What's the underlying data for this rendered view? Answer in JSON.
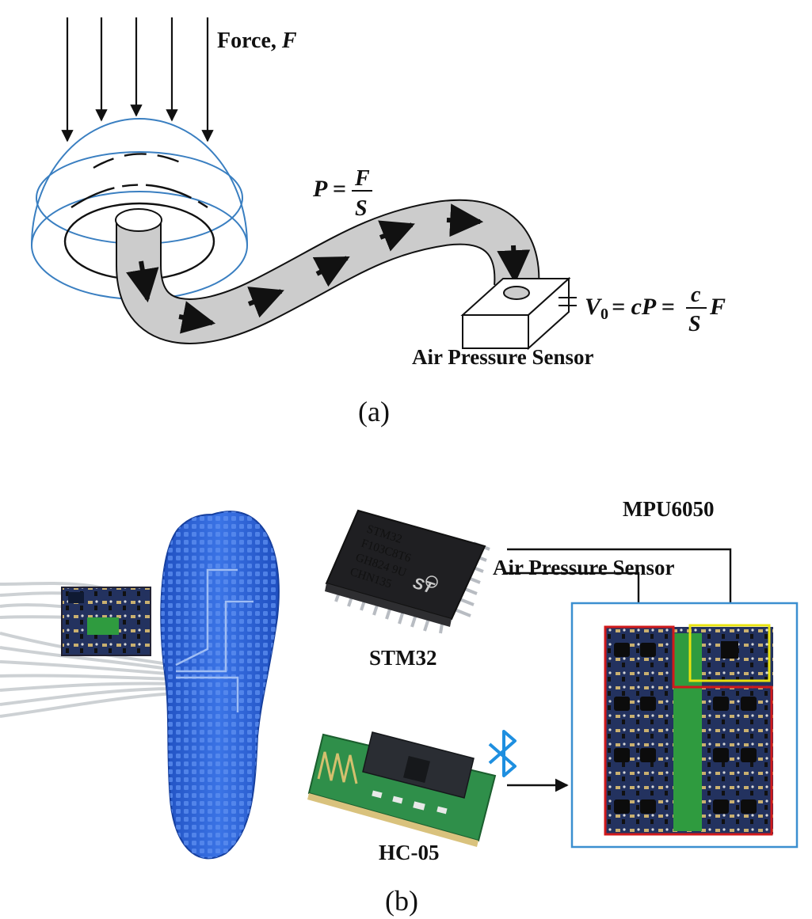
{
  "panel_a": {
    "force_label": "Force, ",
    "force_symbol": "F",
    "pressure_lhs": "P =",
    "pressure_num": "F",
    "pressure_den": "S",
    "voltage_lhs": "V",
    "voltage_sub": "0",
    "voltage_mid": "= cP =",
    "voltage_num": "c",
    "voltage_den": "S",
    "voltage_rhs": "F",
    "sensor_label": "Air Pressure Sensor",
    "caption": "(a)"
  },
  "panel_b": {
    "mcu_label": "STM32",
    "chip_text": [
      "STM32",
      "F103C8T6",
      "GH824 9U",
      "CHN135"
    ],
    "chip_logo": "ST",
    "imu_label": "MPU6050",
    "sensor_label": "Air Pressure Sensor",
    "bt_label": "HC-05",
    "bt_icon": "bluetooth-icon",
    "caption": "(b)"
  },
  "colors": {
    "dome_line": "#3a7fc1",
    "tube_fill": "#cccccc",
    "insole": "#2b63d6",
    "frame": "#3b8fd0",
    "red_box": "#d0191b",
    "yellow_box": "#e8e20f",
    "bluetooth": "#1e8fe0"
  }
}
